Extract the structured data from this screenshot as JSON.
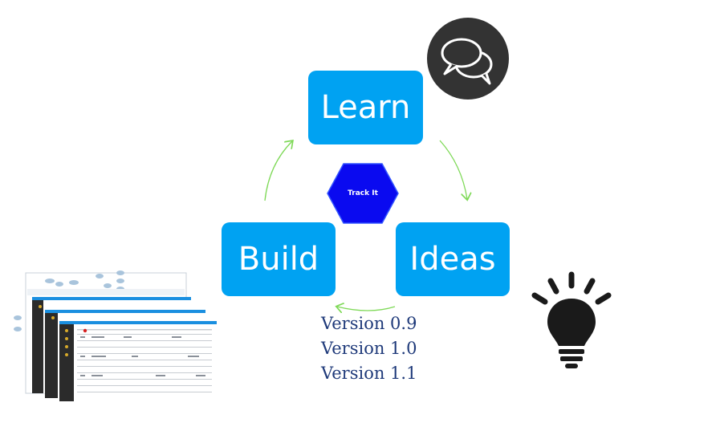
{
  "diagram": {
    "nodes": {
      "learn": "Learn",
      "build": "Build",
      "ideas": "Ideas",
      "center": "Track It"
    },
    "versions": [
      "Version 0.9",
      "Version 1.0",
      "Version 1.1"
    ],
    "colors": {
      "node_fill": "#00a2f2",
      "hexagon_fill": "#0a0af0",
      "arrow": "#7ed957",
      "version_text": "#1f3a7a",
      "chat_circle": "#333333"
    },
    "icons": [
      "chat-bubbles-icon",
      "lightbulb-icon",
      "app-screenshots-image"
    ]
  }
}
